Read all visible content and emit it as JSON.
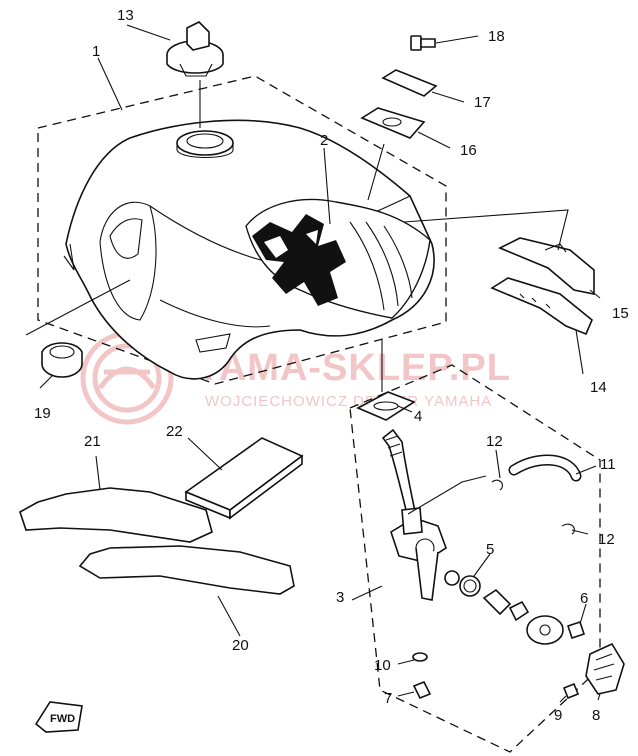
{
  "watermark": {
    "title": "YAMA-SKLEP.PL",
    "subtitle": "WOJCIECHOWICZ DEALER YAMAHA"
  },
  "direction_label": "FWD",
  "callouts": [
    {
      "id": "1",
      "label": "1"
    },
    {
      "id": "2",
      "label": "2"
    },
    {
      "id": "3",
      "label": "3"
    },
    {
      "id": "4",
      "label": "4"
    },
    {
      "id": "5",
      "label": "5"
    },
    {
      "id": "6",
      "label": "6"
    },
    {
      "id": "7",
      "label": "7"
    },
    {
      "id": "8",
      "label": "8"
    },
    {
      "id": "9",
      "label": "9"
    },
    {
      "id": "10",
      "label": "10"
    },
    {
      "id": "11",
      "label": "11"
    },
    {
      "id": "12a",
      "label": "12"
    },
    {
      "id": "12b",
      "label": "12"
    },
    {
      "id": "13",
      "label": "13"
    },
    {
      "id": "14",
      "label": "14"
    },
    {
      "id": "15",
      "label": "15"
    },
    {
      "id": "16",
      "label": "16"
    },
    {
      "id": "17",
      "label": "17"
    },
    {
      "id": "18",
      "label": "18"
    },
    {
      "id": "19",
      "label": "19"
    },
    {
      "id": "20",
      "label": "20"
    },
    {
      "id": "21",
      "label": "21"
    },
    {
      "id": "22",
      "label": "22"
    }
  ]
}
